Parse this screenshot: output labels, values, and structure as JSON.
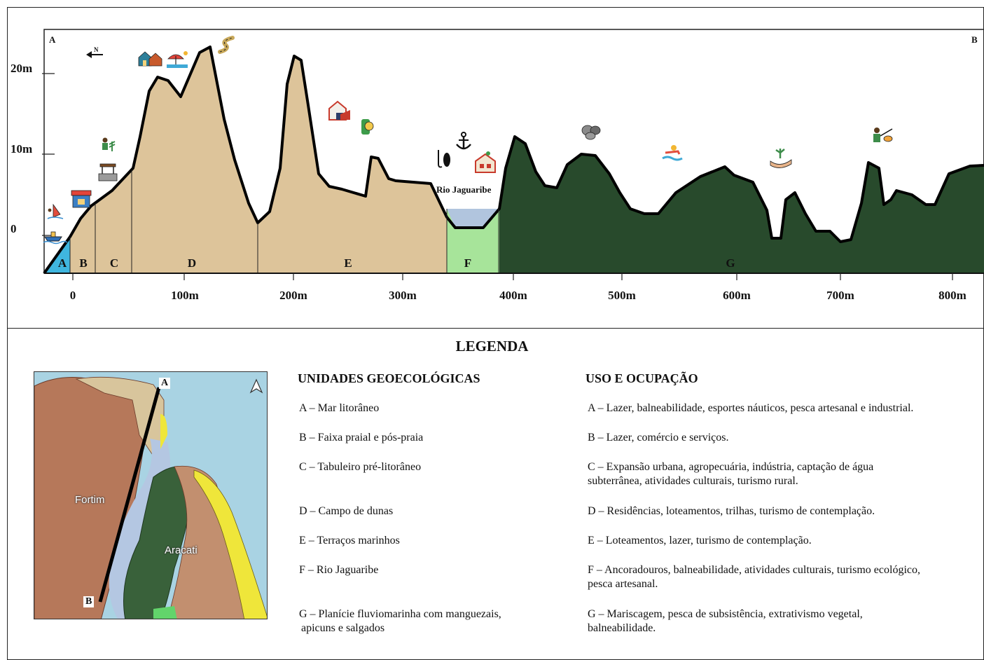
{
  "profile": {
    "endpoint_a": "A",
    "endpoint_b": "B",
    "north": "N",
    "y_ticks": [
      "20m",
      "10m",
      "0"
    ],
    "x_ticks": [
      "0",
      "100m",
      "200m",
      "300m",
      "400m",
      "500m",
      "600m",
      "700m",
      "800m"
    ],
    "river_label": "Rio Jaguaribe",
    "unit_letters": [
      "A",
      "B",
      "C",
      "D",
      "E",
      "F",
      "G"
    ],
    "colors": {
      "sea": "#3fb6df",
      "sand": "#ddc49a",
      "river_water": "#b1c5de",
      "river_bank": "#a7e49a",
      "mangrove": "#284a2c"
    },
    "icons": [
      "boat-icon",
      "windsurf-icon",
      "market-icon",
      "well-icon",
      "farmer-icon",
      "houses-icon",
      "beach-umbrella-icon",
      "trail-icon",
      "house-lots-icon",
      "viewpoint-icon",
      "anchor-icon",
      "fishing-icon",
      "eco-house-icon",
      "shells-icon",
      "swimmer-icon",
      "plant-hand-icon",
      "fisherman-icon"
    ]
  },
  "legend": {
    "title": "LEGENDA",
    "units_heading": "UNIDADES GEOECOLÓGICAS",
    "use_heading": "USO E OCUPAÇÃO",
    "units": [
      "A – Mar litorâneo",
      "B – Faixa praial e pós-praia",
      "C – Tabuleiro pré-litorâneo",
      "D – Campo de dunas",
      "E – Terraços marinhos",
      "F – Rio Jaguaribe",
      "G – Planície fluviomarinha com manguezais,",
      "apicuns e salgados"
    ],
    "uses": [
      "A – Lazer, balneabilidade, esportes náuticos, pesca artesanal e industrial.",
      "B – Lazer, comércio e serviços.",
      "C – Expansão urbana, agropecuária, indústria, captação de água",
      "subterrânea, atividades culturais, turismo rural.",
      "D – Residências, loteamentos, trilhas, turismo de contemplação.",
      "E – Loteamentos, lazer, turismo de contemplação.",
      "F – Ancoradouros, balneabilidade, atividades culturais, turismo ecológico,",
      "pesca artesanal.",
      "G – Mariscagem, pesca de subsistência, extrativismo vegetal,",
      "balneabilidade."
    ]
  },
  "map": {
    "place_1": "Fortim",
    "place_2": "Aracati",
    "point_a": "A",
    "point_b": "B"
  }
}
